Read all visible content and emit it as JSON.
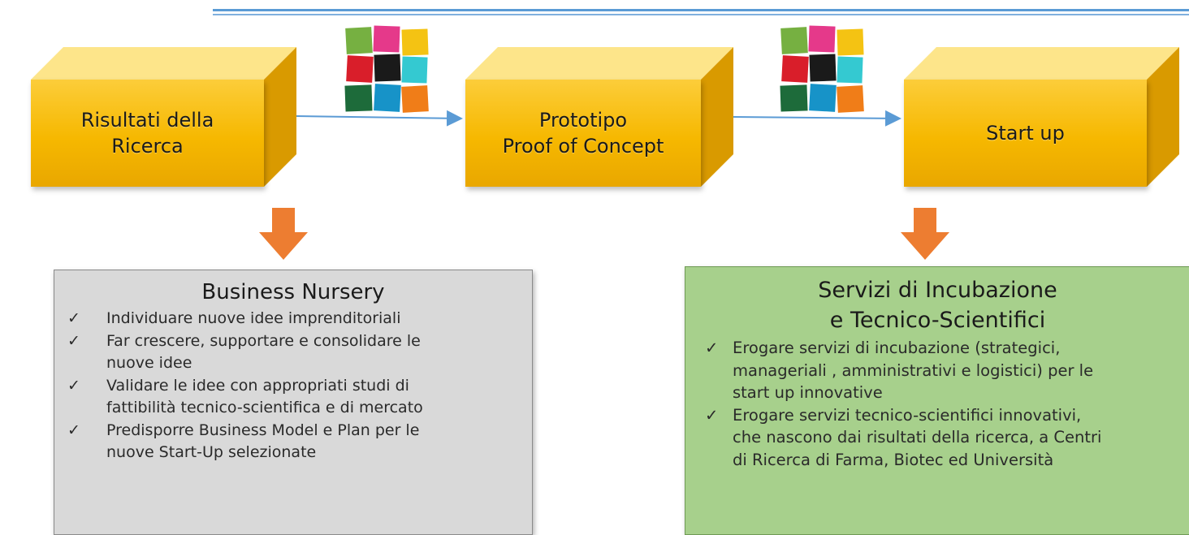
{
  "boxes": [
    {
      "lines": [
        "Risultati della",
        "Ricerca"
      ]
    },
    {
      "lines": [
        "Prototipo",
        "Proof of Concept"
      ]
    },
    {
      "lines": [
        "Start up"
      ]
    }
  ],
  "colors": {
    "box_yellow": "#f6b800",
    "connector_blue": "#5b9bd5",
    "down_arrow_orange": "#ed7d31",
    "nursery_bg": "#d9d9d9",
    "incubation_bg": "#a7d08c"
  },
  "tile_logo_colors": [
    "#76b041",
    "#e5398a",
    "#f4c313",
    "#d91e2a",
    "#1a1a1a",
    "#34c9d1",
    "#1d6b3a",
    "#1793c8",
    "#f07d18"
  ],
  "nursery": {
    "title": "Business Nursery",
    "items": [
      [
        "Individuare nuove idee imprenditoriali"
      ],
      [
        "Far crescere, supportare e consolidare le",
        "nuove idee"
      ],
      [
        "Validare le idee con appropriati studi di",
        "fattibilità tecnico-scientifica e di mercato"
      ],
      [
        "Predisporre Business Model e Plan per le",
        "nuove Start-Up selezionate"
      ]
    ]
  },
  "incubation": {
    "title_lines": [
      "Servizi di Incubazione",
      "e Tecnico-Scientifici"
    ],
    "items": [
      [
        "Erogare servizi di incubazione (strategici,",
        "manageriali , amministrativi e logistici) per le",
        "start up innovative"
      ],
      [
        "Erogare servizi tecnico-scientifici innovativi,",
        "che nascono dai risultati della ricerca, a Centri",
        "di Ricerca di Farma, Biotec ed Università"
      ]
    ]
  },
  "check_glyph": "✓"
}
